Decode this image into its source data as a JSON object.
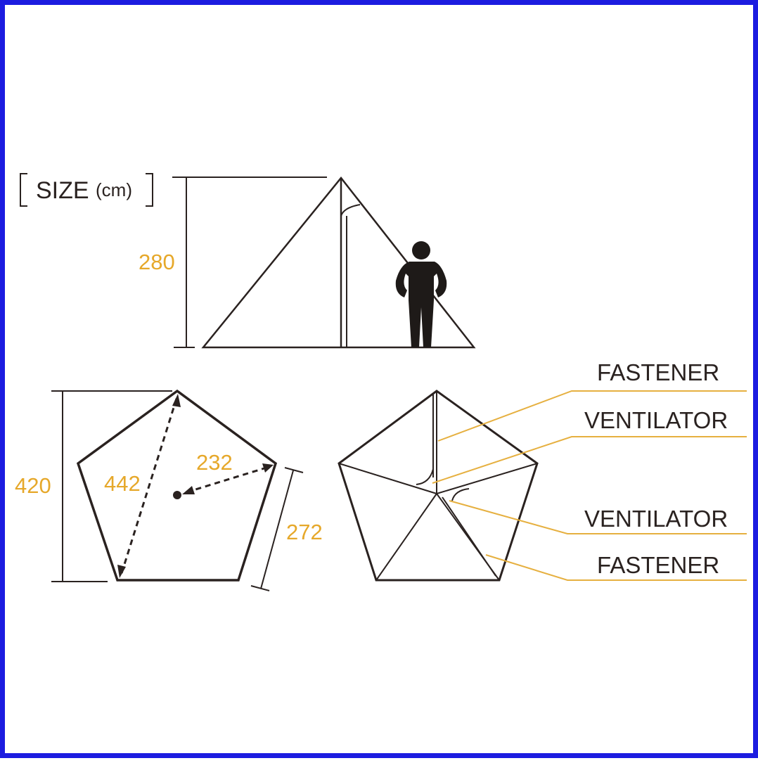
{
  "title": {
    "main": "SIZE",
    "unit": "(cm)"
  },
  "dimensions": {
    "height": "280",
    "depth": "420",
    "diagonal": "442",
    "radius": "232",
    "side": "272"
  },
  "callouts": [
    "FASTENER",
    "VENTILATOR",
    "VENTILATOR",
    "FASTENER"
  ],
  "colors": {
    "frame": "#1c1ce0",
    "dimension_text": "#e6a82a",
    "callout_line": "#e6b040",
    "outline": "#2a2220"
  }
}
